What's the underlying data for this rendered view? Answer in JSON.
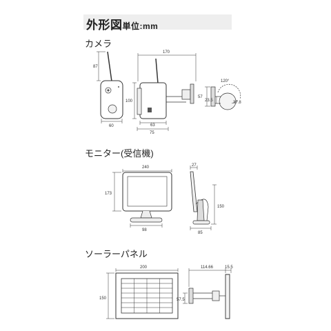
{
  "header": {
    "title_main": "外形図",
    "title_unit": "単位:mm"
  },
  "sections": {
    "camera": {
      "label": "カメラ",
      "front": {
        "height_antenna": "87",
        "width": "60"
      },
      "side": {
        "width_total": "170",
        "height": "100",
        "depth_body": "63",
        "depth_total": "75"
      },
      "mount": {
        "height": "57",
        "offset": "23.5",
        "angle": "120°",
        "radius": "37.8"
      }
    },
    "monitor": {
      "label": "モニター(受信機)",
      "front": {
        "width": "240",
        "height": "173",
        "stand_width": "98"
      },
      "side": {
        "depth_top": "27",
        "height": "150",
        "depth_base": "85"
      }
    },
    "solar": {
      "label": "ソーラーパネル",
      "front": {
        "width": "200",
        "height": "150"
      },
      "side": {
        "arm_length": "114.66",
        "panel_depth": "15.5",
        "arm_height": "57.5"
      }
    }
  }
}
